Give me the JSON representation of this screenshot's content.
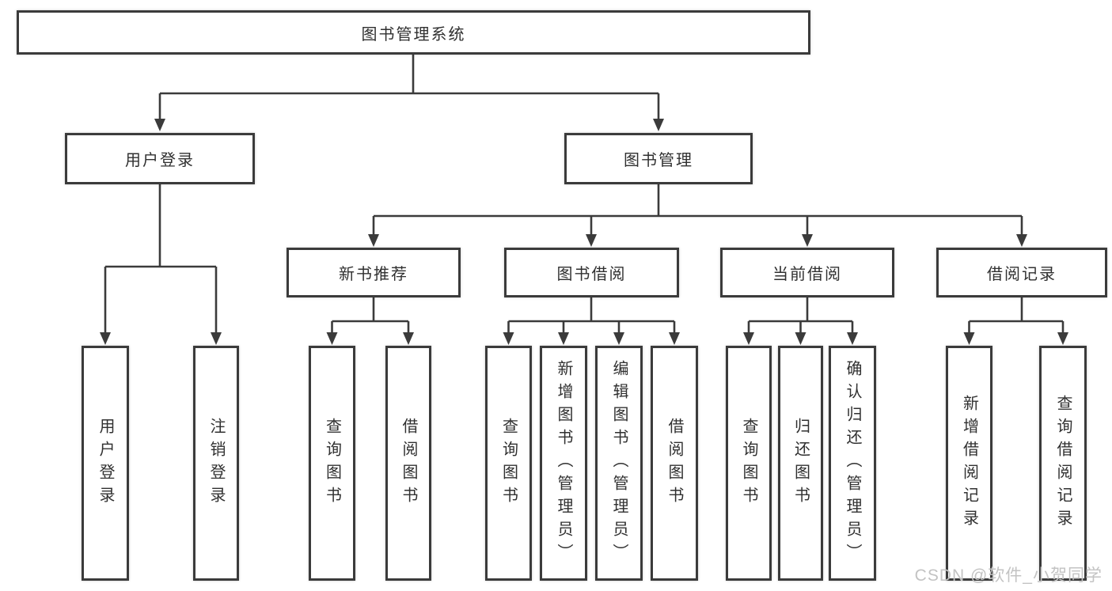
{
  "colors": {
    "line": "#3b3b3b",
    "text": "#303030",
    "watermark": "#c3c3c3",
    "background": "#ffffff"
  },
  "tree": {
    "label": "图书管理系统",
    "children": [
      {
        "label": "用户登录",
        "children": [
          {
            "label": "用户登录"
          },
          {
            "label": "注销登录"
          }
        ]
      },
      {
        "label": "图书管理",
        "children": [
          {
            "label": "新书推荐",
            "children": [
              {
                "label": "查询图书"
              },
              {
                "label": "借阅图书"
              }
            ]
          },
          {
            "label": "图书借阅",
            "children": [
              {
                "label": "查询图书"
              },
              {
                "label": "新增图书（管理员）"
              },
              {
                "label": "编辑图书（管理员）"
              },
              {
                "label": "借阅图书"
              }
            ]
          },
          {
            "label": "当前借阅",
            "children": [
              {
                "label": "查询图书"
              },
              {
                "label": "归还图书"
              },
              {
                "label": "确认归还（管理员）"
              }
            ]
          },
          {
            "label": "借阅记录",
            "children": [
              {
                "label": "新增借阅记录"
              },
              {
                "label": "查询借阅记录"
              }
            ]
          }
        ]
      }
    ]
  },
  "watermark": {
    "text": "CSDN @软件_小贺同学"
  }
}
